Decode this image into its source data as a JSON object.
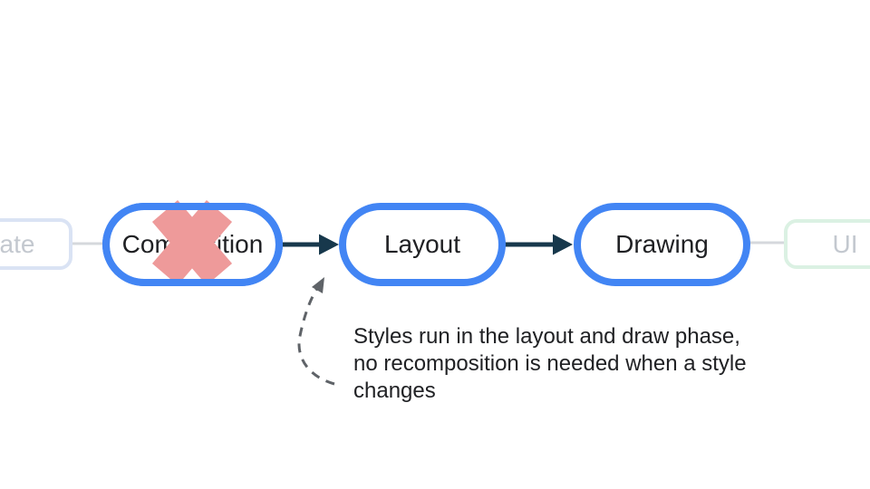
{
  "diagram": {
    "nodes": {
      "left_partial": {
        "label": "ate"
      },
      "composition": {
        "label": "Composition",
        "crossed_out": true
      },
      "layout": {
        "label": "Layout"
      },
      "drawing": {
        "label": "Drawing"
      },
      "right_partial": {
        "label": "UI"
      }
    },
    "annotation": {
      "lines": [
        "Styles run in the layout and draw phase,",
        "no recomposition is needed when a style",
        "changes"
      ]
    },
    "colors": {
      "node_border_blue": "#4285F4",
      "flow_arrow": "#17384C",
      "cross_out_red": "#EE9A9A",
      "annotation_arrow_gray": "#5F6368",
      "left_partial_border": "#DAE3F4",
      "right_partial_border": "#DBF1E3",
      "partial_label_gray": "#C3C8CF",
      "connector_gray": "#D5D8DC",
      "label_text": "#202124"
    }
  }
}
